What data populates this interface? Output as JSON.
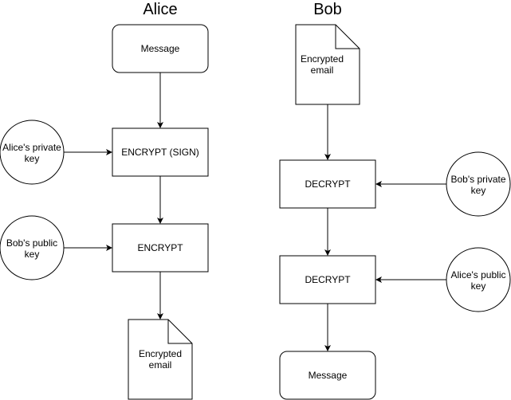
{
  "alice": {
    "title": "Alice",
    "message": "Message",
    "sign_step": "ENCRYPT (SIGN)",
    "encrypt_step": "ENCRYPT",
    "private_key": [
      "Alice's private",
      "key"
    ],
    "bob_public_key": [
      "Bob's public",
      "key"
    ],
    "output_doc": [
      "Encrypted",
      "email"
    ]
  },
  "bob": {
    "title": "Bob",
    "input_doc": [
      "Encrypted",
      "email"
    ],
    "decrypt_step_1": "DECRYPT",
    "decrypt_step_2": "DECRYPT",
    "private_key": [
      "Bob's private",
      "key"
    ],
    "alice_public_key": [
      "Alice's public",
      "key"
    ],
    "message": "Message"
  },
  "colors": {
    "stroke": "#000000",
    "fill": "#ffffff"
  }
}
